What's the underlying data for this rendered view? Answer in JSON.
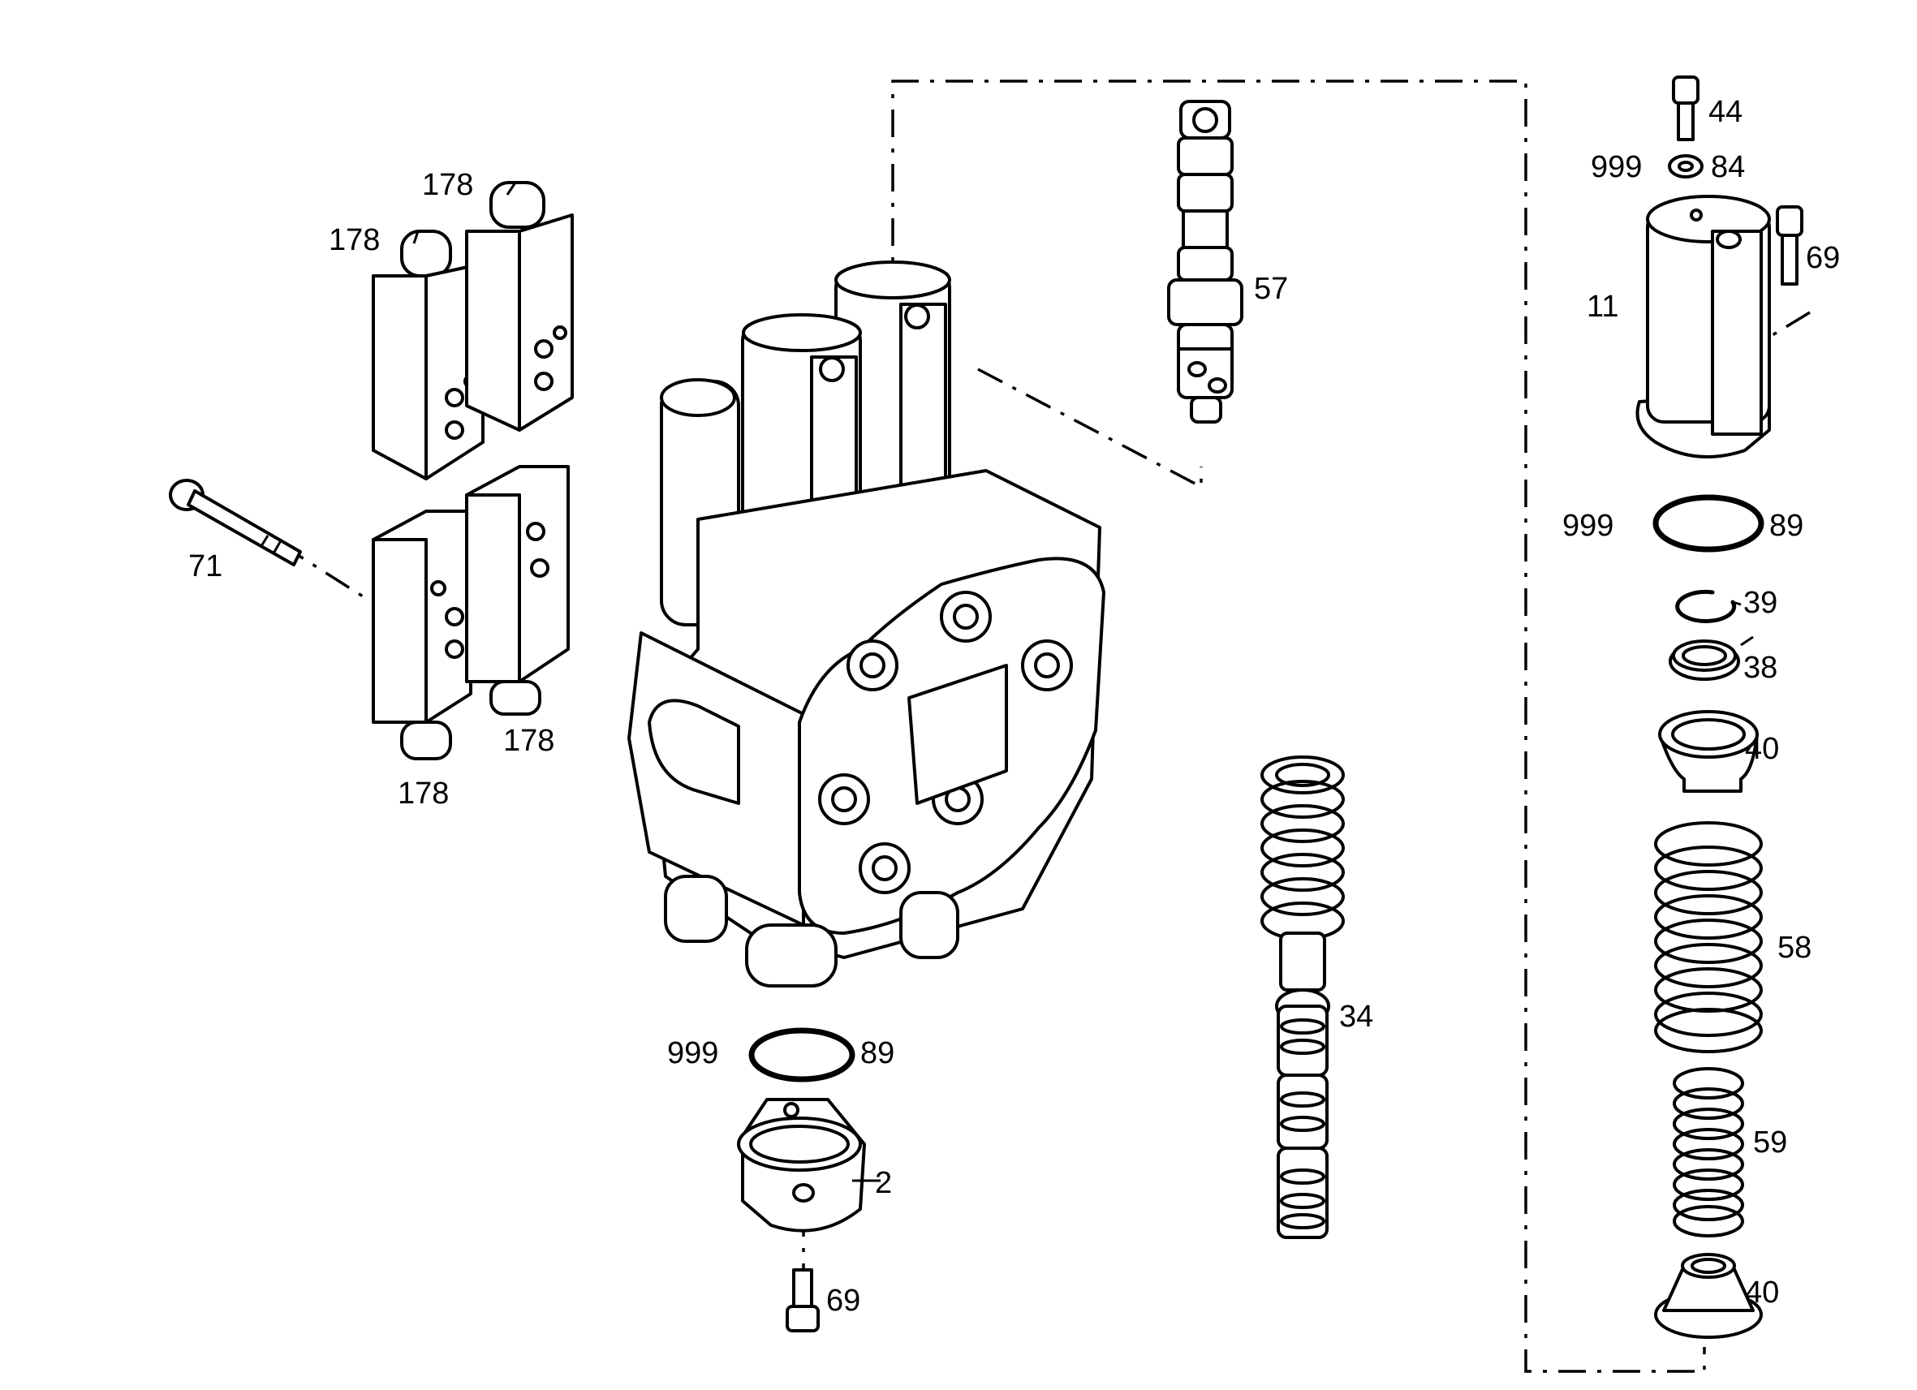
{
  "diagram": {
    "labels": {
      "p44": "44",
      "p84_prefix": "999",
      "p84": "84",
      "p69_top": "69",
      "p11": "11",
      "p57": "57",
      "p178_a": "178",
      "p178_b": "178",
      "p178_c": "178",
      "p178_d": "178",
      "p71": "71",
      "p89_right_prefix": "999",
      "p89_right": "89",
      "p39": "39",
      "p38": "38",
      "p40_top": "40",
      "p58": "58",
      "p34": "34",
      "p59": "59",
      "p40_bottom": "40",
      "p89_bottom_prefix": "999",
      "p89_bottom": "89",
      "p2": "2",
      "p69_bottom": "69"
    }
  }
}
